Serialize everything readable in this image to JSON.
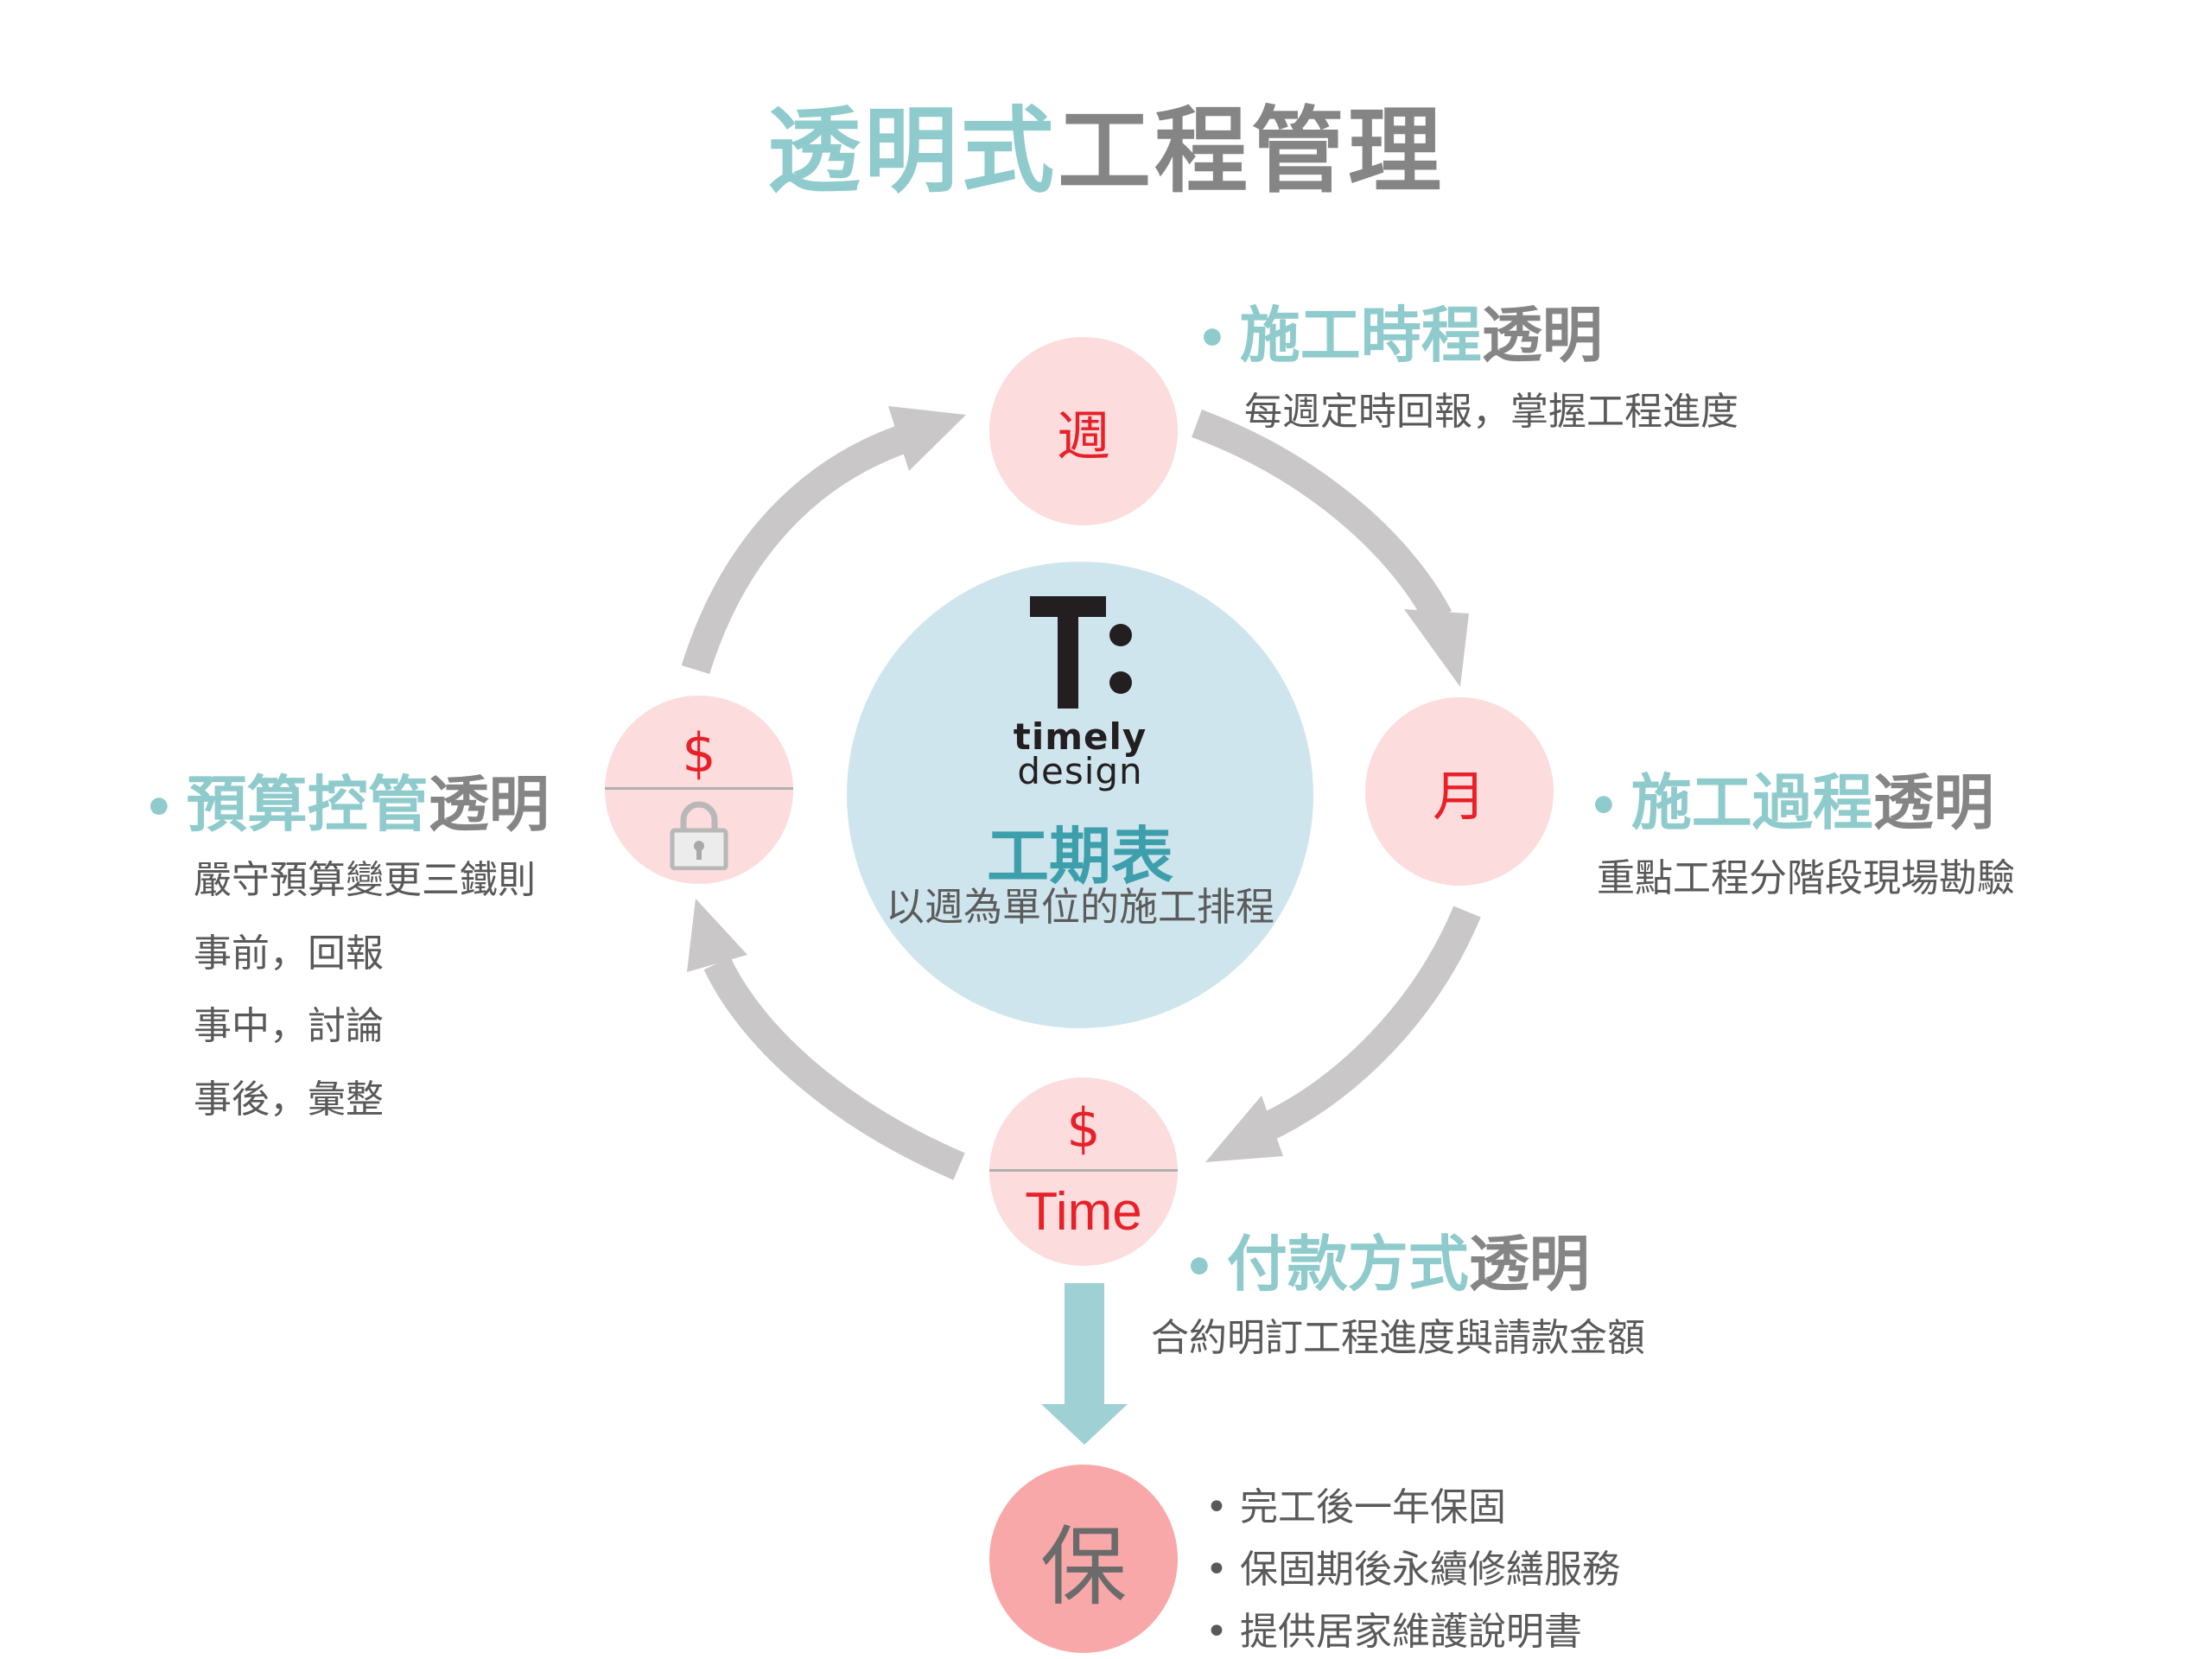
{
  "title": {
    "part1": "透明式",
    "part2": "工程管理"
  },
  "center": {
    "logo_line1": "timely",
    "logo_line2": "design",
    "title": "工期表",
    "subtitle": "以週為單位的施工排程"
  },
  "nodes": {
    "week": "週",
    "month": "月",
    "budget_symbol": "$",
    "payment_symbol": "$",
    "payment_label": "Time",
    "warranty": "保"
  },
  "sections": {
    "schedule": {
      "title_accent": "施工時程",
      "title_rest": "透明",
      "desc": "每週定時回報，掌握工程進度"
    },
    "process": {
      "title_accent": "施工過程",
      "title_rest": "透明",
      "desc": "重點工程分階段現場勘驗"
    },
    "budget": {
      "title_accent": "預算控管",
      "title_rest": "透明",
      "lines": [
        "嚴守預算變更三鐵則",
        "事前，回報",
        "事中，討論",
        "事後，彙整"
      ]
    },
    "payment": {
      "title_accent": "付款方式",
      "title_rest": "透明",
      "desc": "合約明訂工程進度與請款金額"
    }
  },
  "warranty_items": [
    "完工後一年保固",
    "保固期後永續修繕服務",
    "提供居家維護說明書"
  ],
  "colors": {
    "accent_teal": "#8fcbcc",
    "center_title": "#3d9fab",
    "node_fill": "#fcdcdc",
    "node_text": "#e8202a",
    "arrow_gray": "#c9c7c7",
    "down_arrow": "#9fd1d4",
    "center_fill": "#cfe5ed",
    "warranty_fill": "#f8a8a8"
  },
  "icons": [
    "lock-icon",
    "down-arrow-icon",
    "cycle-arrow-icon"
  ]
}
